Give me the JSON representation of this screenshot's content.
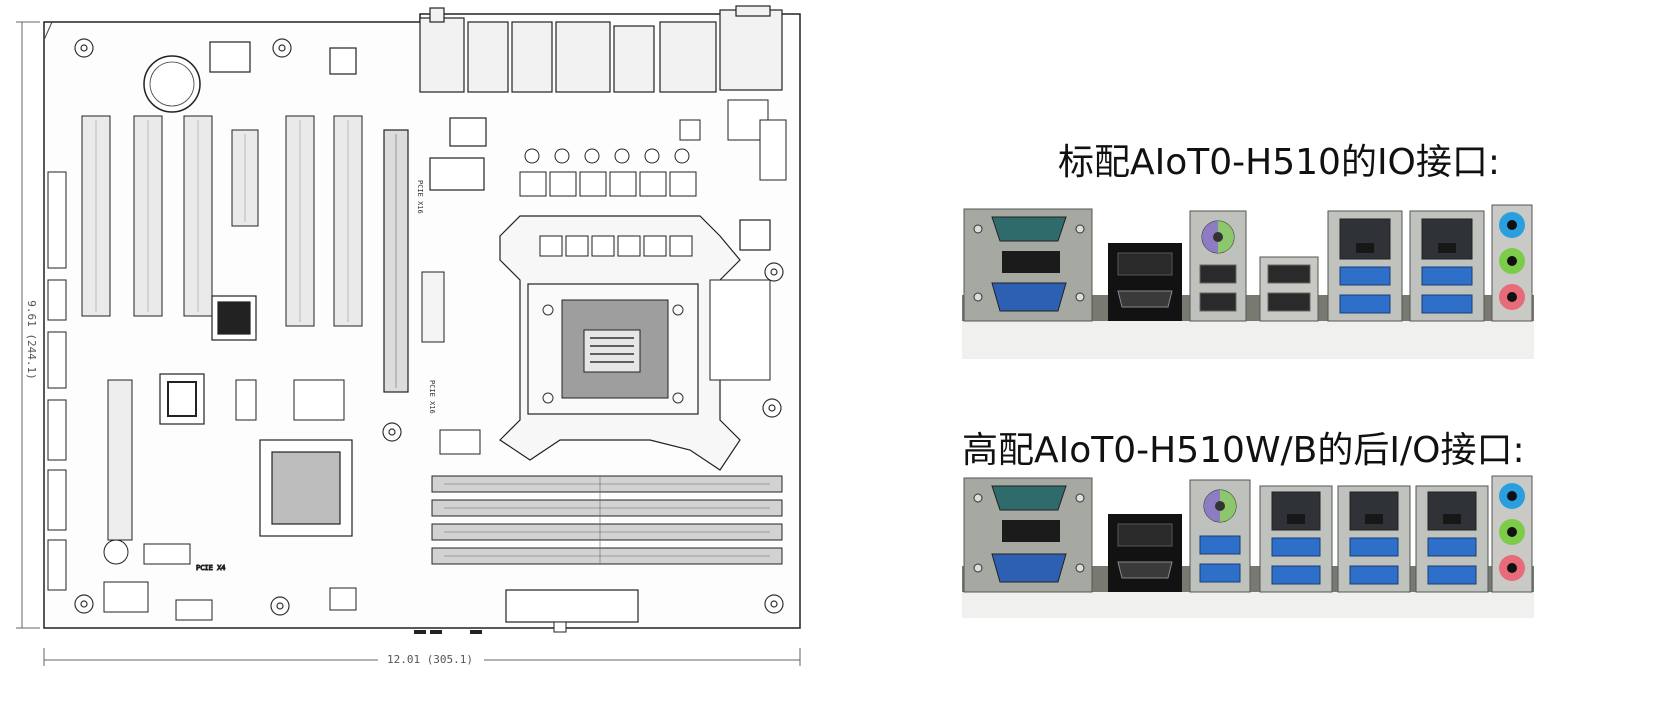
{
  "board": {
    "width_dim": "12.01 (305.1)",
    "height_dim": "9.61 (244.1)",
    "pcie_slot_label_1": "PCIE X16",
    "pcie_slot_label_2": "PCIE X16",
    "pcie_slot_label_3": "PCIE X4"
  },
  "io_standard": {
    "title": "标配AIoT0-H510的IO接口:",
    "ports": [
      "serial-port",
      "vga-port",
      "dvi-hdmi-stack",
      "ps2-port",
      "usb2-stack",
      "usb2-stack",
      "lan-usb3-stack",
      "lan-usb3-stack",
      "audio-jacks"
    ]
  },
  "io_high": {
    "title": "高配AIoT0-H510W/B的后I/O接口:",
    "ports": [
      "serial-port",
      "vga-port",
      "dvi-hdmi-stack",
      "ps2-usb3-stack",
      "lan-usb3-stack",
      "lan-usb3-stack",
      "lan-usb3-stack",
      "audio-jacks"
    ]
  },
  "colors": {
    "usb3_blue": "#2e6fc9",
    "audio_blue": "#2a9fe0",
    "audio_green": "#7ccc4a",
    "audio_pink": "#e86b7a",
    "ps2_purple": "#8e7cc3",
    "ps2_green": "#8dc76d",
    "serial_teal": "#2f6b6b",
    "vga_blue": "#2d5fb2",
    "chassis_grey": "#7a7c78"
  }
}
